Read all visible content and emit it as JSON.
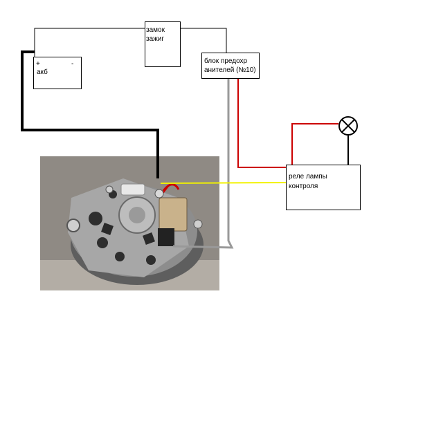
{
  "battery": {
    "plus": "+",
    "minus": "-",
    "label": "акб"
  },
  "ignition": {
    "line1": "замок",
    "line2": "зажиг"
  },
  "fusebox": {
    "line1": "блок предохр",
    "line2": "анителей (№10)"
  },
  "relay": {
    "line1": "реле лампы",
    "line2": "контроля"
  },
  "lamp": {
    "icon": "lamp-icon"
  },
  "photo": {
    "subject": "alternator-photo"
  },
  "colors": {
    "ground_wire": "#000000",
    "red_wire": "#cc0000",
    "gray_wire": "#999999",
    "yellow_wire": "#f2f200",
    "thin_wire": "#000000"
  }
}
